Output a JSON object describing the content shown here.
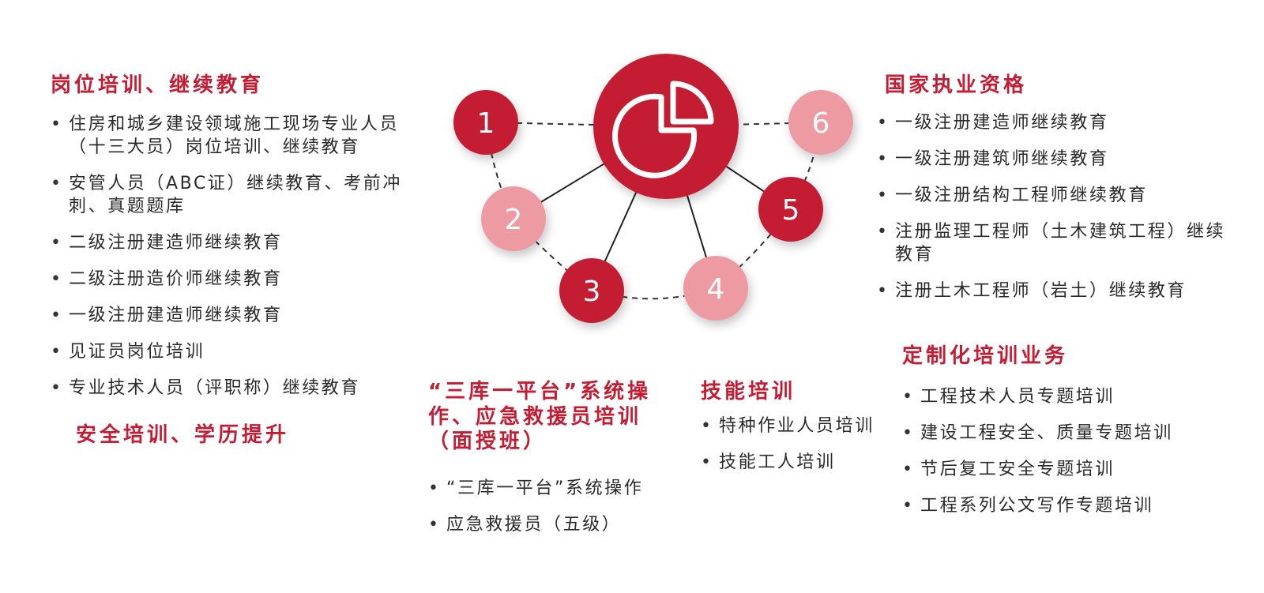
{
  "colors": {
    "dark_red": "#c41d33",
    "light_pink": "#ee9aa3",
    "text": "#2a2a2a"
  },
  "diagram": {
    "center_icon": "pie-chart-icon",
    "nodes": [
      {
        "label": "1",
        "shade": "dark"
      },
      {
        "label": "2",
        "shade": "light"
      },
      {
        "label": "3",
        "shade": "dark"
      },
      {
        "label": "4",
        "shade": "light"
      },
      {
        "label": "5",
        "shade": "dark"
      },
      {
        "label": "6",
        "shade": "light"
      }
    ]
  },
  "sections": {
    "gangwei": {
      "title": "岗位培训、继续教育",
      "items": [
        "住房和城乡建设领域施工现场专业人员（十三大员）岗位培训、继续教育",
        "安管人员（ABC证）继续教育、考前冲刺、真题题库",
        "二级注册建造师继续教育",
        "二级注册造价师继续教育",
        "一级注册建造师继续教育",
        "见证员岗位培训",
        "专业技术人员（评职称）继续教育"
      ]
    },
    "anquan": {
      "title": "安全培训、学历提升"
    },
    "sanku": {
      "title": "“三库一平台”系统操作、应急救援员培训（面授班）",
      "items": [
        "“三库一平台”系统操作",
        "应急救援员（五级）"
      ]
    },
    "jineng": {
      "title": "技能培训",
      "items": [
        "特种作业人员培训",
        "技能工人培训"
      ]
    },
    "guojia": {
      "title": "国家执业资格",
      "items": [
        "一级注册建造师继续教育",
        "一级注册建筑师继续教育",
        "一级注册结构工程师继续教育",
        "注册监理工程师（土木建筑工程）继续教育",
        "注册土木工程师（岩土）继续教育"
      ]
    },
    "dingzhi": {
      "title": "定制化培训业务",
      "items": [
        "工程技术人员专题培训",
        "建设工程安全、质量专题培训",
        "节后复工安全专题培训",
        "工程系列公文写作专题培训"
      ]
    }
  }
}
